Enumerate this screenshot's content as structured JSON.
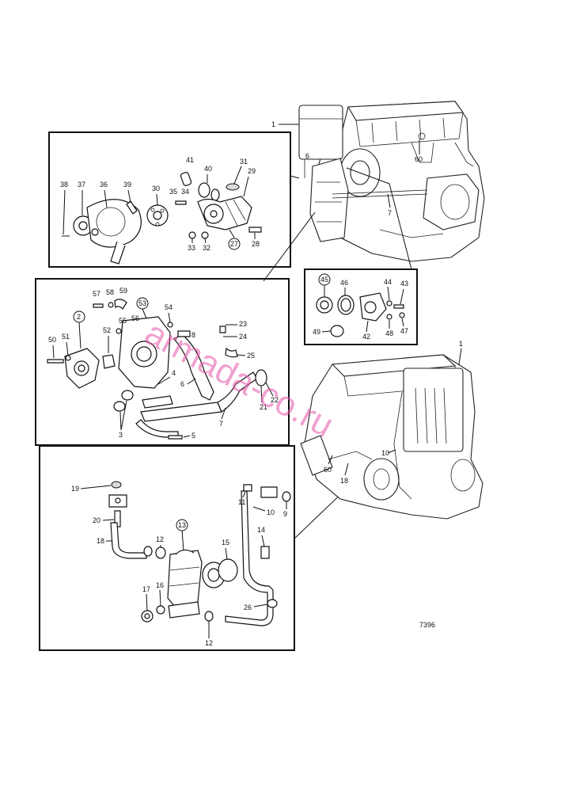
{
  "figure_number": "7396",
  "watermark": "armada-co.ru",
  "callouts": {
    "top_engine": [
      "1",
      "6",
      "60",
      "7"
    ],
    "box_a": [
      "38",
      "37",
      "36",
      "39",
      "30",
      "41",
      "40",
      "35",
      "34",
      "31",
      "29",
      "33",
      "32",
      "27",
      "28"
    ],
    "box_b": [
      "45",
      "46",
      "44",
      "43",
      "49",
      "42",
      "48",
      "47"
    ],
    "box_c": [
      "57",
      "58",
      "59",
      "53",
      "54",
      "2",
      "55",
      "56",
      "52",
      "50",
      "51",
      "23",
      "8",
      "24",
      "25",
      "4",
      "6",
      "7",
      "21",
      "22",
      "3",
      "5"
    ],
    "box_d": [
      "19",
      "20",
      "18",
      "13",
      "12",
      "15",
      "14",
      "11",
      "10",
      "9",
      "17",
      "16",
      "26",
      "12"
    ],
    "bottom_engine": [
      "1",
      "10",
      "60",
      "18"
    ]
  }
}
